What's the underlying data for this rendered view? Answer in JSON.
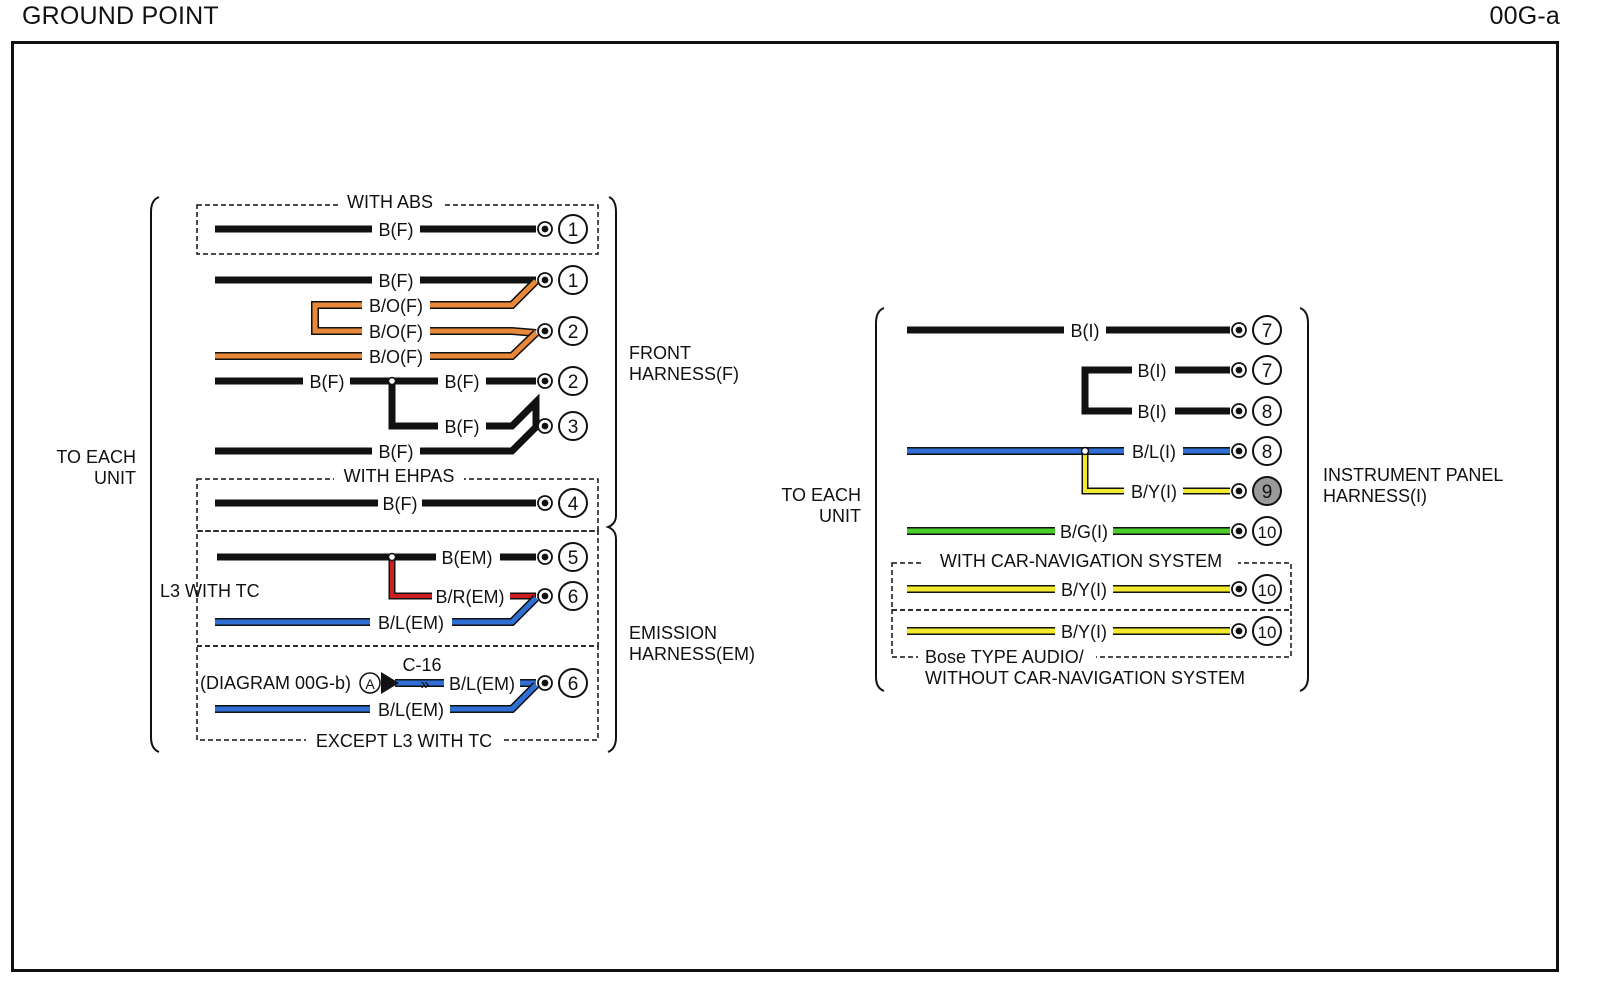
{
  "header": {
    "title": "GROUND POINT",
    "diagram_code": "00G-a"
  },
  "colors": {
    "black": "#111111",
    "orange": "#e8883a",
    "blue": "#2f6fd6",
    "red": "#cc1f1f",
    "yellow": "#f2ea2e",
    "green": "#4cce2a",
    "gray_terminal": "#9a9a9a"
  },
  "left_group": {
    "to_each_unit": [
      "TO EACH",
      "UNIT"
    ],
    "front_harness": [
      "FRONT",
      "HARNESS(F)"
    ],
    "emission_harness": [
      "EMISSION",
      "HARNESS(EM)"
    ],
    "with_abs": "WITH ABS",
    "with_ehpas": "WITH EHPAS",
    "l3_with_tc": "L3 WITH TC",
    "except_l3_with_tc": "EXCEPT L3 WITH TC",
    "diagram_ref": "(DIAGRAM 00G-b)",
    "connector_letter": "A",
    "connector_id": "C-16",
    "wire_labels": [
      "B(F)",
      "B(F)",
      "B/O(F)",
      "B/O(F)",
      "B/O(F)",
      "B(F)",
      "B(F)",
      "B(F)",
      "B(F)",
      "B(F)",
      "B(EM)",
      "B/R(EM)",
      "B/L(EM)",
      "B/L(EM)",
      "B/L(EM)"
    ],
    "terminals": [
      "1",
      "1",
      "2",
      "2",
      "3",
      "4",
      "5",
      "6",
      "6"
    ]
  },
  "right_group": {
    "to_each_unit": [
      "TO EACH",
      "UNIT"
    ],
    "instrument_panel_harness": [
      "INSTRUMENT PANEL",
      "HARNESS(I)"
    ],
    "with_car_nav": "WITH CAR-NAVIGATION SYSTEM",
    "bose_audio": [
      "Bose TYPE AUDIO/",
      "WITHOUT CAR-NAVIGATION SYSTEM"
    ],
    "wire_labels": [
      "B(I)",
      "B(I)",
      "B(I)",
      "B/L(I)",
      "B/Y(I)",
      "B/G(I)",
      "B/Y(I)",
      "B/Y(I)"
    ],
    "terminals": [
      "7",
      "7",
      "8",
      "8",
      "9",
      "10",
      "10",
      "10"
    ]
  }
}
